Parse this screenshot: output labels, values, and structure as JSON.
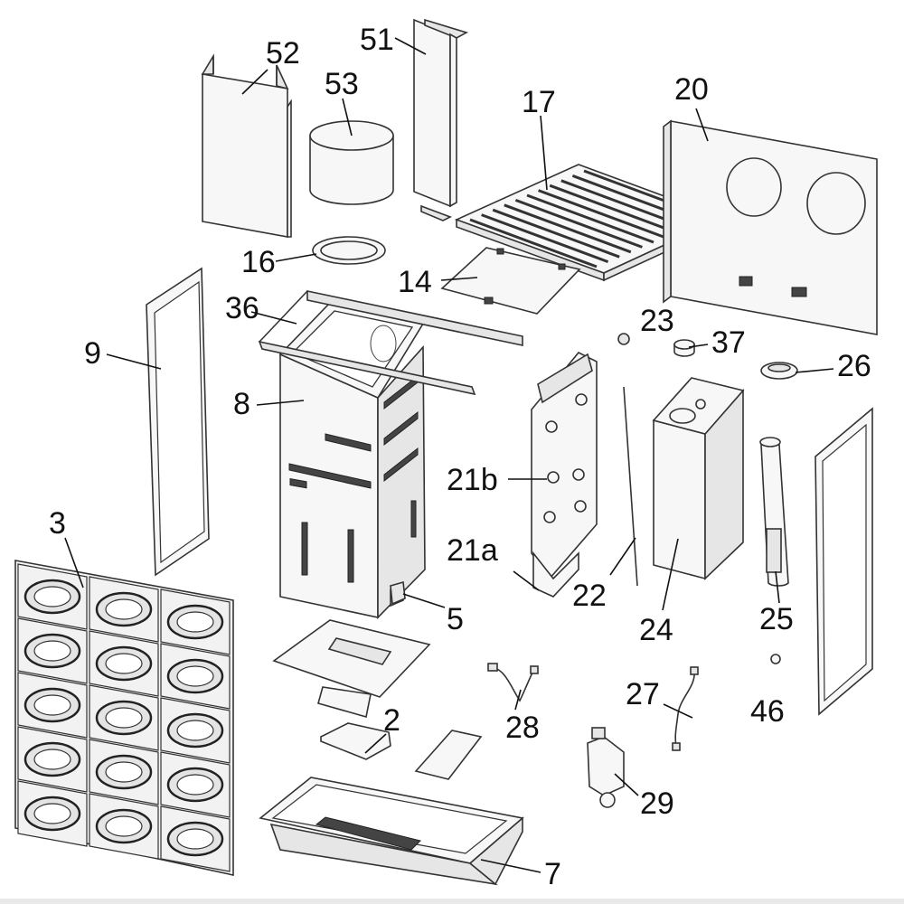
{
  "labels": {
    "p52": "52",
    "p53": "53",
    "p51": "51",
    "p17": "17",
    "p20": "20",
    "p16": "16",
    "p14": "14",
    "p36": "36",
    "p23": "23",
    "p37": "37",
    "p26": "26",
    "p9": "9",
    "p8": "8",
    "p21b": "21b",
    "p21a": "21a",
    "p3": "3",
    "p5": "5",
    "p22": "22",
    "p24": "24",
    "p25": "25",
    "p27": "27",
    "p46": "46",
    "p28": "28",
    "p2": "2",
    "p29": "29",
    "p7": "7"
  }
}
